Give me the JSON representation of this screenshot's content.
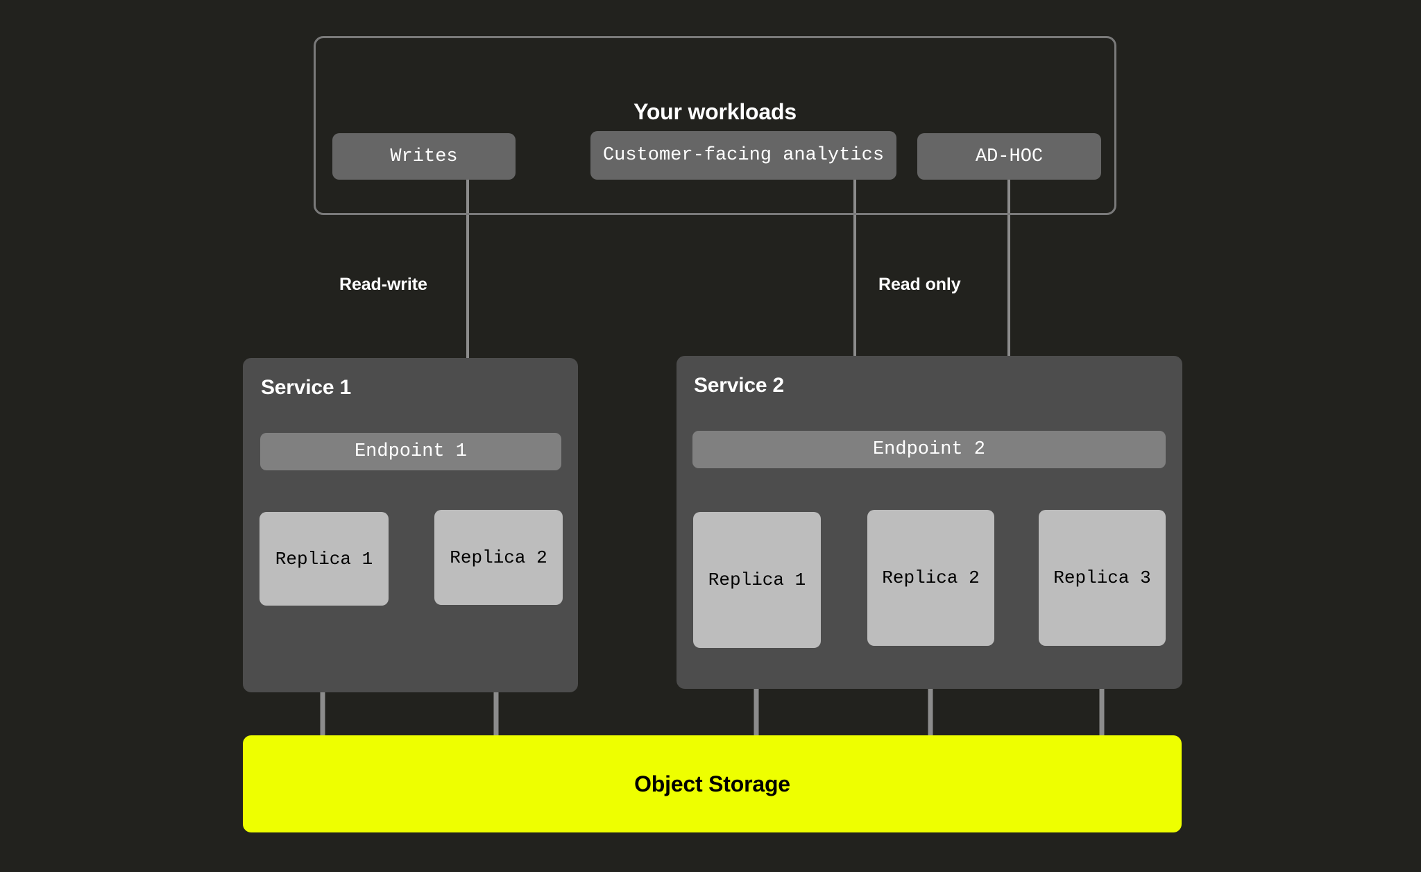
{
  "theme": {
    "background": "#22221e",
    "panel_fill": "#4d4d4d",
    "endpoint_fill": "#808080",
    "workload_fill": "#666666",
    "replica_fill": "#bdbdbd",
    "storage_fill": "#eeff00",
    "wire_color": "#8c8c8c",
    "container_border": "#7a7a7a",
    "text_light": "#ffffff",
    "text_dark": "#000000"
  },
  "workloads": {
    "title": "Your workloads",
    "items": [
      {
        "label": "Writes"
      },
      {
        "label": "Customer-facing analytics"
      },
      {
        "label": "AD-HOC"
      }
    ]
  },
  "edges": {
    "read_write_label": "Read-write",
    "read_only_label": "Read only"
  },
  "services": [
    {
      "title": "Service 1",
      "endpoint": "Endpoint 1",
      "replicas": [
        {
          "label": "Replica 1"
        },
        {
          "label": "Replica 2"
        }
      ]
    },
    {
      "title": "Service 2",
      "endpoint": "Endpoint 2",
      "replicas": [
        {
          "label": "Replica 1"
        },
        {
          "label": "Replica 2"
        },
        {
          "label": "Replica 3"
        }
      ]
    }
  ],
  "storage": {
    "label": "Object Storage"
  }
}
